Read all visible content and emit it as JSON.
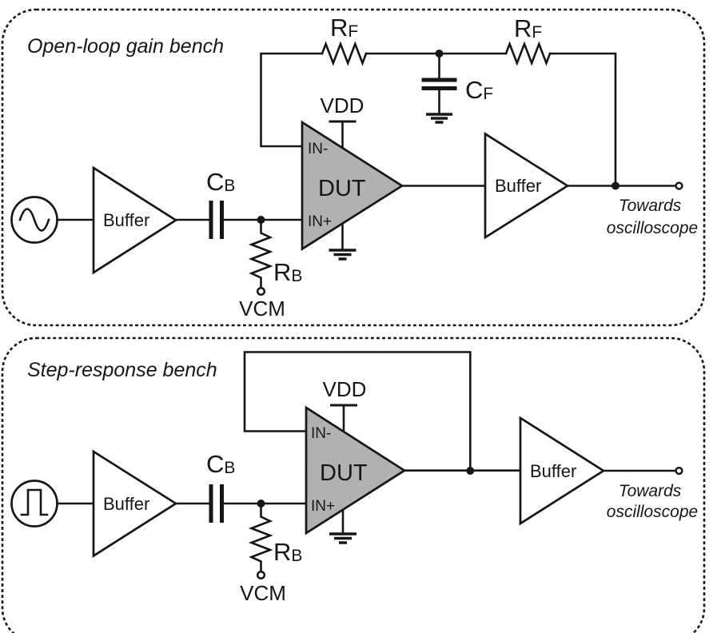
{
  "colors": {
    "line": "#161616",
    "dut_fill": "#b1b1b1",
    "background": "#ffffff"
  },
  "benches": [
    {
      "title": "Open-loop gain bench",
      "source_icon": "sine-wave",
      "input_buffer": "Buffer",
      "output_buffer": "Buffer",
      "coupling_cap": {
        "main": "C",
        "sub": "B"
      },
      "bias_resistor": {
        "main": "R",
        "sub": "B"
      },
      "bias_voltage": "VCM",
      "dut": "DUT",
      "in_minus": "IN-",
      "in_plus": "IN+",
      "supply": "VDD",
      "feedback_resistor_left": {
        "main": "R",
        "sub": "F"
      },
      "feedback_resistor_right": {
        "main": "R",
        "sub": "F"
      },
      "feedback_cap": {
        "main": "C",
        "sub": "F"
      },
      "output_note_line1": "Towards",
      "output_note_line2": "oscilloscope"
    },
    {
      "title": "Step-response bench",
      "source_icon": "pulse-wave",
      "input_buffer": "Buffer",
      "output_buffer": "Buffer",
      "coupling_cap": {
        "main": "C",
        "sub": "B"
      },
      "bias_resistor": {
        "main": "R",
        "sub": "B"
      },
      "bias_voltage": "VCM",
      "dut": "DUT",
      "in_minus": "IN-",
      "in_plus": "IN+",
      "supply": "VDD",
      "output_note_line1": "Towards",
      "output_note_line2": "oscilloscope"
    }
  ]
}
